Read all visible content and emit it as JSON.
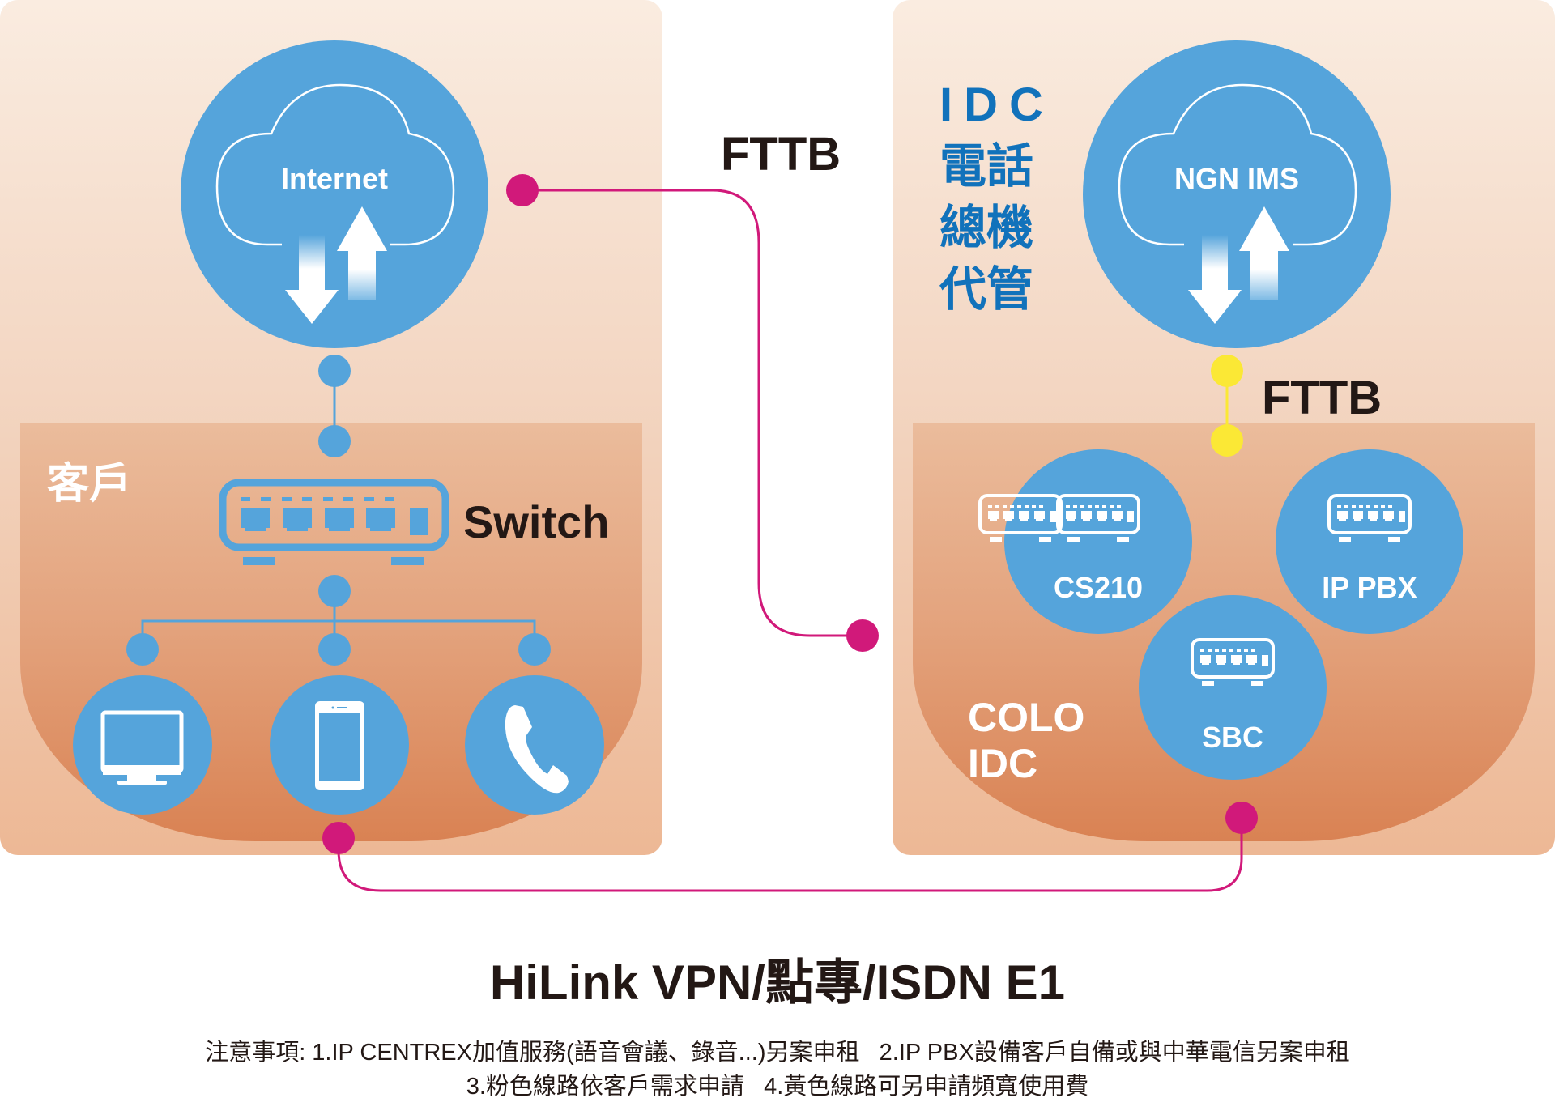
{
  "colors": {
    "node_blue": "#55a4db",
    "pink_line": "#d1197a",
    "yellow_line": "#fbe835",
    "idc_text_blue": "#1172bb",
    "dark_text": "#231815",
    "white": "#ffffff"
  },
  "left_panel": {
    "cloud_label": "Internet",
    "section_label": "客戶",
    "switch_label": "Switch",
    "devices": [
      {
        "name": "desktop",
        "icon": "desktop-monitor-icon"
      },
      {
        "name": "smartphone",
        "icon": "smartphone-icon"
      },
      {
        "name": "telephone",
        "icon": "phone-handset-icon"
      }
    ]
  },
  "middle": {
    "link_label": "FTTB"
  },
  "right_panel": {
    "title_lines": [
      "IDC",
      "電話",
      "總機",
      "代管"
    ],
    "cloud_label": "NGN IMS",
    "link_label": "FTTB",
    "section_label_lines": [
      "COLO",
      "IDC"
    ],
    "equipment": [
      {
        "label": "CS210",
        "icon": "network-switch-icon"
      },
      {
        "label": "IP PBX",
        "icon": "network-switch-icon"
      },
      {
        "label": "SBC",
        "icon": "network-switch-icon"
      }
    ]
  },
  "bottom": {
    "title": "HiLink VPN/點專/ISDN E1",
    "notes_line1": "注意事項: 1.IP CENTREX加值服務(語音會議、錄音...)另案申租   2.IP PBX設備客戶自備或與中華電信另案申租",
    "notes_line2": "3.粉色線路依客戶需求申請   4.黃色線路可另申請頻寬使用費"
  }
}
